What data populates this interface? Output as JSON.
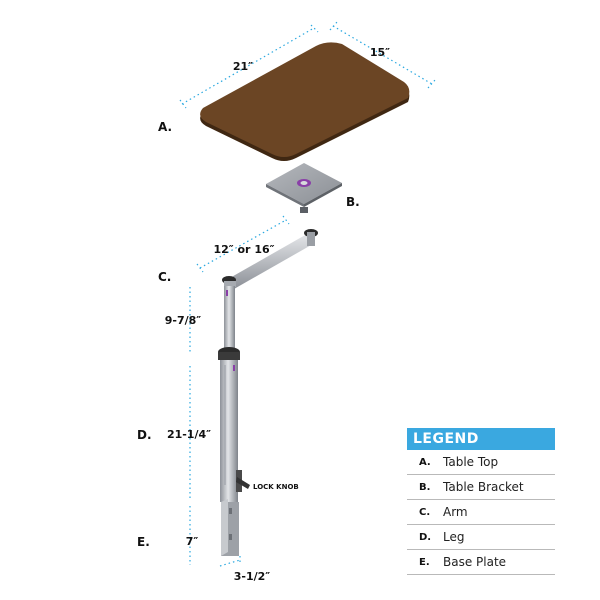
{
  "diagram": {
    "dimensions": {
      "top_width": "21″",
      "top_depth": "15″",
      "arm_length": "12″ or 16″",
      "upper_leg": "9-7/8″",
      "lower_leg": "21-1/4″",
      "base_height": "7″",
      "base_width": "3-1/2″"
    },
    "lock_knob_label": "LOCK KNOB",
    "part_labels": [
      "A.",
      "B.",
      "C.",
      "D.",
      "E."
    ]
  },
  "legend": {
    "title": "LEGEND",
    "items": [
      {
        "key": "A.",
        "name": "Table Top"
      },
      {
        "key": "B.",
        "name": "Table Bracket"
      },
      {
        "key": "C.",
        "name": "Arm"
      },
      {
        "key": "D.",
        "name": "Leg"
      },
      {
        "key": "E.",
        "name": "Base Plate"
      }
    ]
  },
  "colors": {
    "table_top": "#6b4524",
    "accent_blue": "#3aa8e0",
    "metal": "#b8bcc2",
    "purple_accent": "#8a3fa8"
  }
}
